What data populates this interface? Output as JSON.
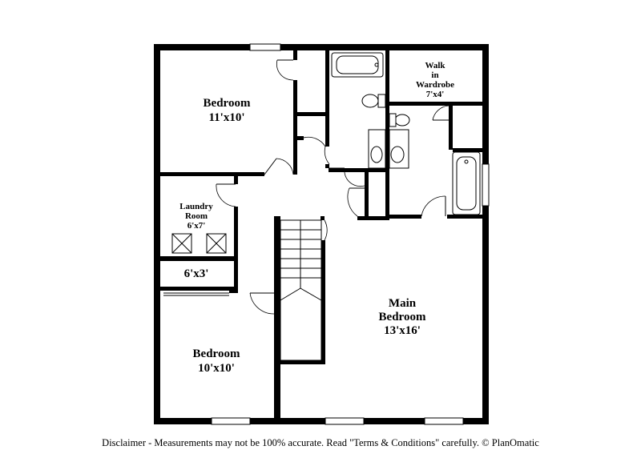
{
  "floor_plan": {
    "rooms": [
      {
        "id": "bedroom-1",
        "name": "Bedroom",
        "size": "11'x10'"
      },
      {
        "id": "walk-in",
        "name_lines": [
          "Walk",
          "in",
          "Wardrobe"
        ],
        "size": "7'x4'"
      },
      {
        "id": "laundry",
        "name_lines": [
          "Laundry",
          "Room"
        ],
        "size": "6'x7'"
      },
      {
        "id": "closet",
        "size": "6'x3'"
      },
      {
        "id": "bedroom-2",
        "name": "Bedroom",
        "size": "10'x10'"
      },
      {
        "id": "main-bedroom",
        "name_lines": [
          "Main",
          "Bedroom"
        ],
        "size": "13'x16'"
      }
    ]
  },
  "disclaimer": "Disclaimer - Measurements may not be 100% accurate. Read \"Terms & Conditions\" carefully. © PlanOmatic"
}
